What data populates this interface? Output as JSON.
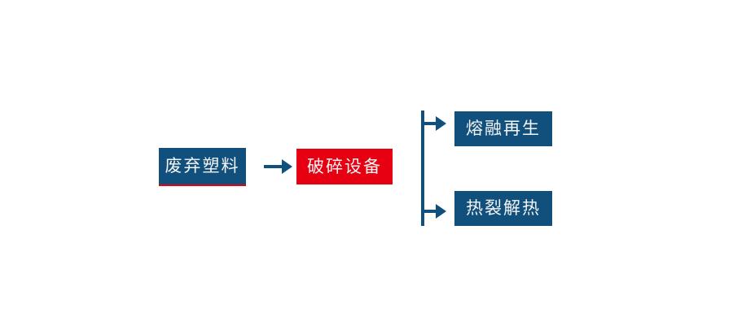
{
  "diagram": {
    "title": "waste-plastic-recycling-flowchart",
    "nodes": {
      "input": {
        "label": "废弃塑料",
        "color": "#11507d",
        "underline": "#e60012"
      },
      "process": {
        "label": "破碎设备",
        "color": "#e60012"
      },
      "output_top": {
        "label": "熔融再生",
        "color": "#11507d"
      },
      "output_bottom": {
        "label": "热裂解热",
        "color": "#11507d"
      }
    },
    "edges": [
      {
        "from": "input",
        "to": "process",
        "icon": "arrow-right-icon"
      },
      {
        "from": "process",
        "to": "output_top",
        "icon": "branch-arrow-top-icon"
      },
      {
        "from": "process",
        "to": "output_bottom",
        "icon": "branch-arrow-bottom-icon"
      }
    ],
    "icons": {
      "arrow-right-icon": "→",
      "branch-arrow-top-icon": "→",
      "branch-arrow-bottom-icon": "→"
    }
  },
  "colors": {
    "node-blue": "#11507d",
    "node-red": "#e60012",
    "arrow-blue": "#11507d",
    "underline-red": "#e60012",
    "text-white": "#f4f4f4",
    "background": "#ffffff"
  }
}
